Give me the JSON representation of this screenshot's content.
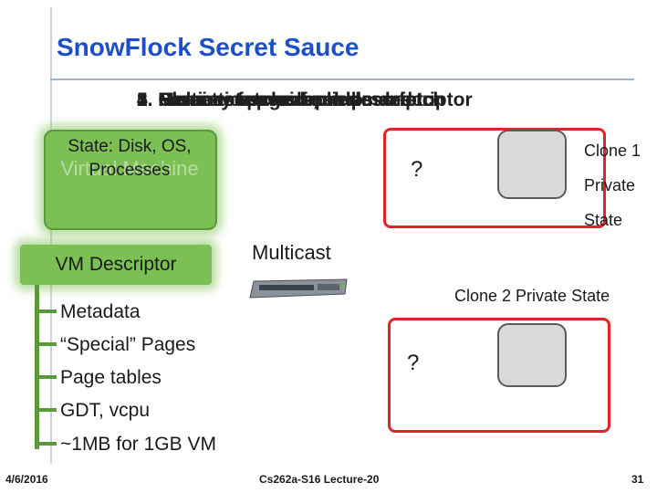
{
  "slide": {
    "title": "SnowFlock Secret Sauce",
    "overlap_lines": [
      "1. Parent suspends, ships descriptor",
      "2. Clone resumes from descriptor",
      "3. Memory fetched on demand",
      "4. Multicast page replies",
      "5. Heuristics avoid needless fetch"
    ],
    "vm": {
      "watermark": "Virtual Machine",
      "state_label": "State: Disk, OS, Processes",
      "descriptor_label": "VM Descriptor"
    },
    "metadata_items": [
      "Metadata",
      "“Special” Pages",
      "Page tables",
      "GDT, vcpu",
      "~1MB for 1GB VM"
    ],
    "multicast_label": "Multicast",
    "clone1": {
      "label_lines": [
        "Clone 1",
        "Private",
        "State"
      ],
      "question": "?"
    },
    "clone2": {
      "label": "Clone 2 Private State",
      "question": "?"
    },
    "footer": {
      "date": "4/6/2016",
      "course": "Cs262a-S16 Lecture-20",
      "page": "31"
    }
  }
}
